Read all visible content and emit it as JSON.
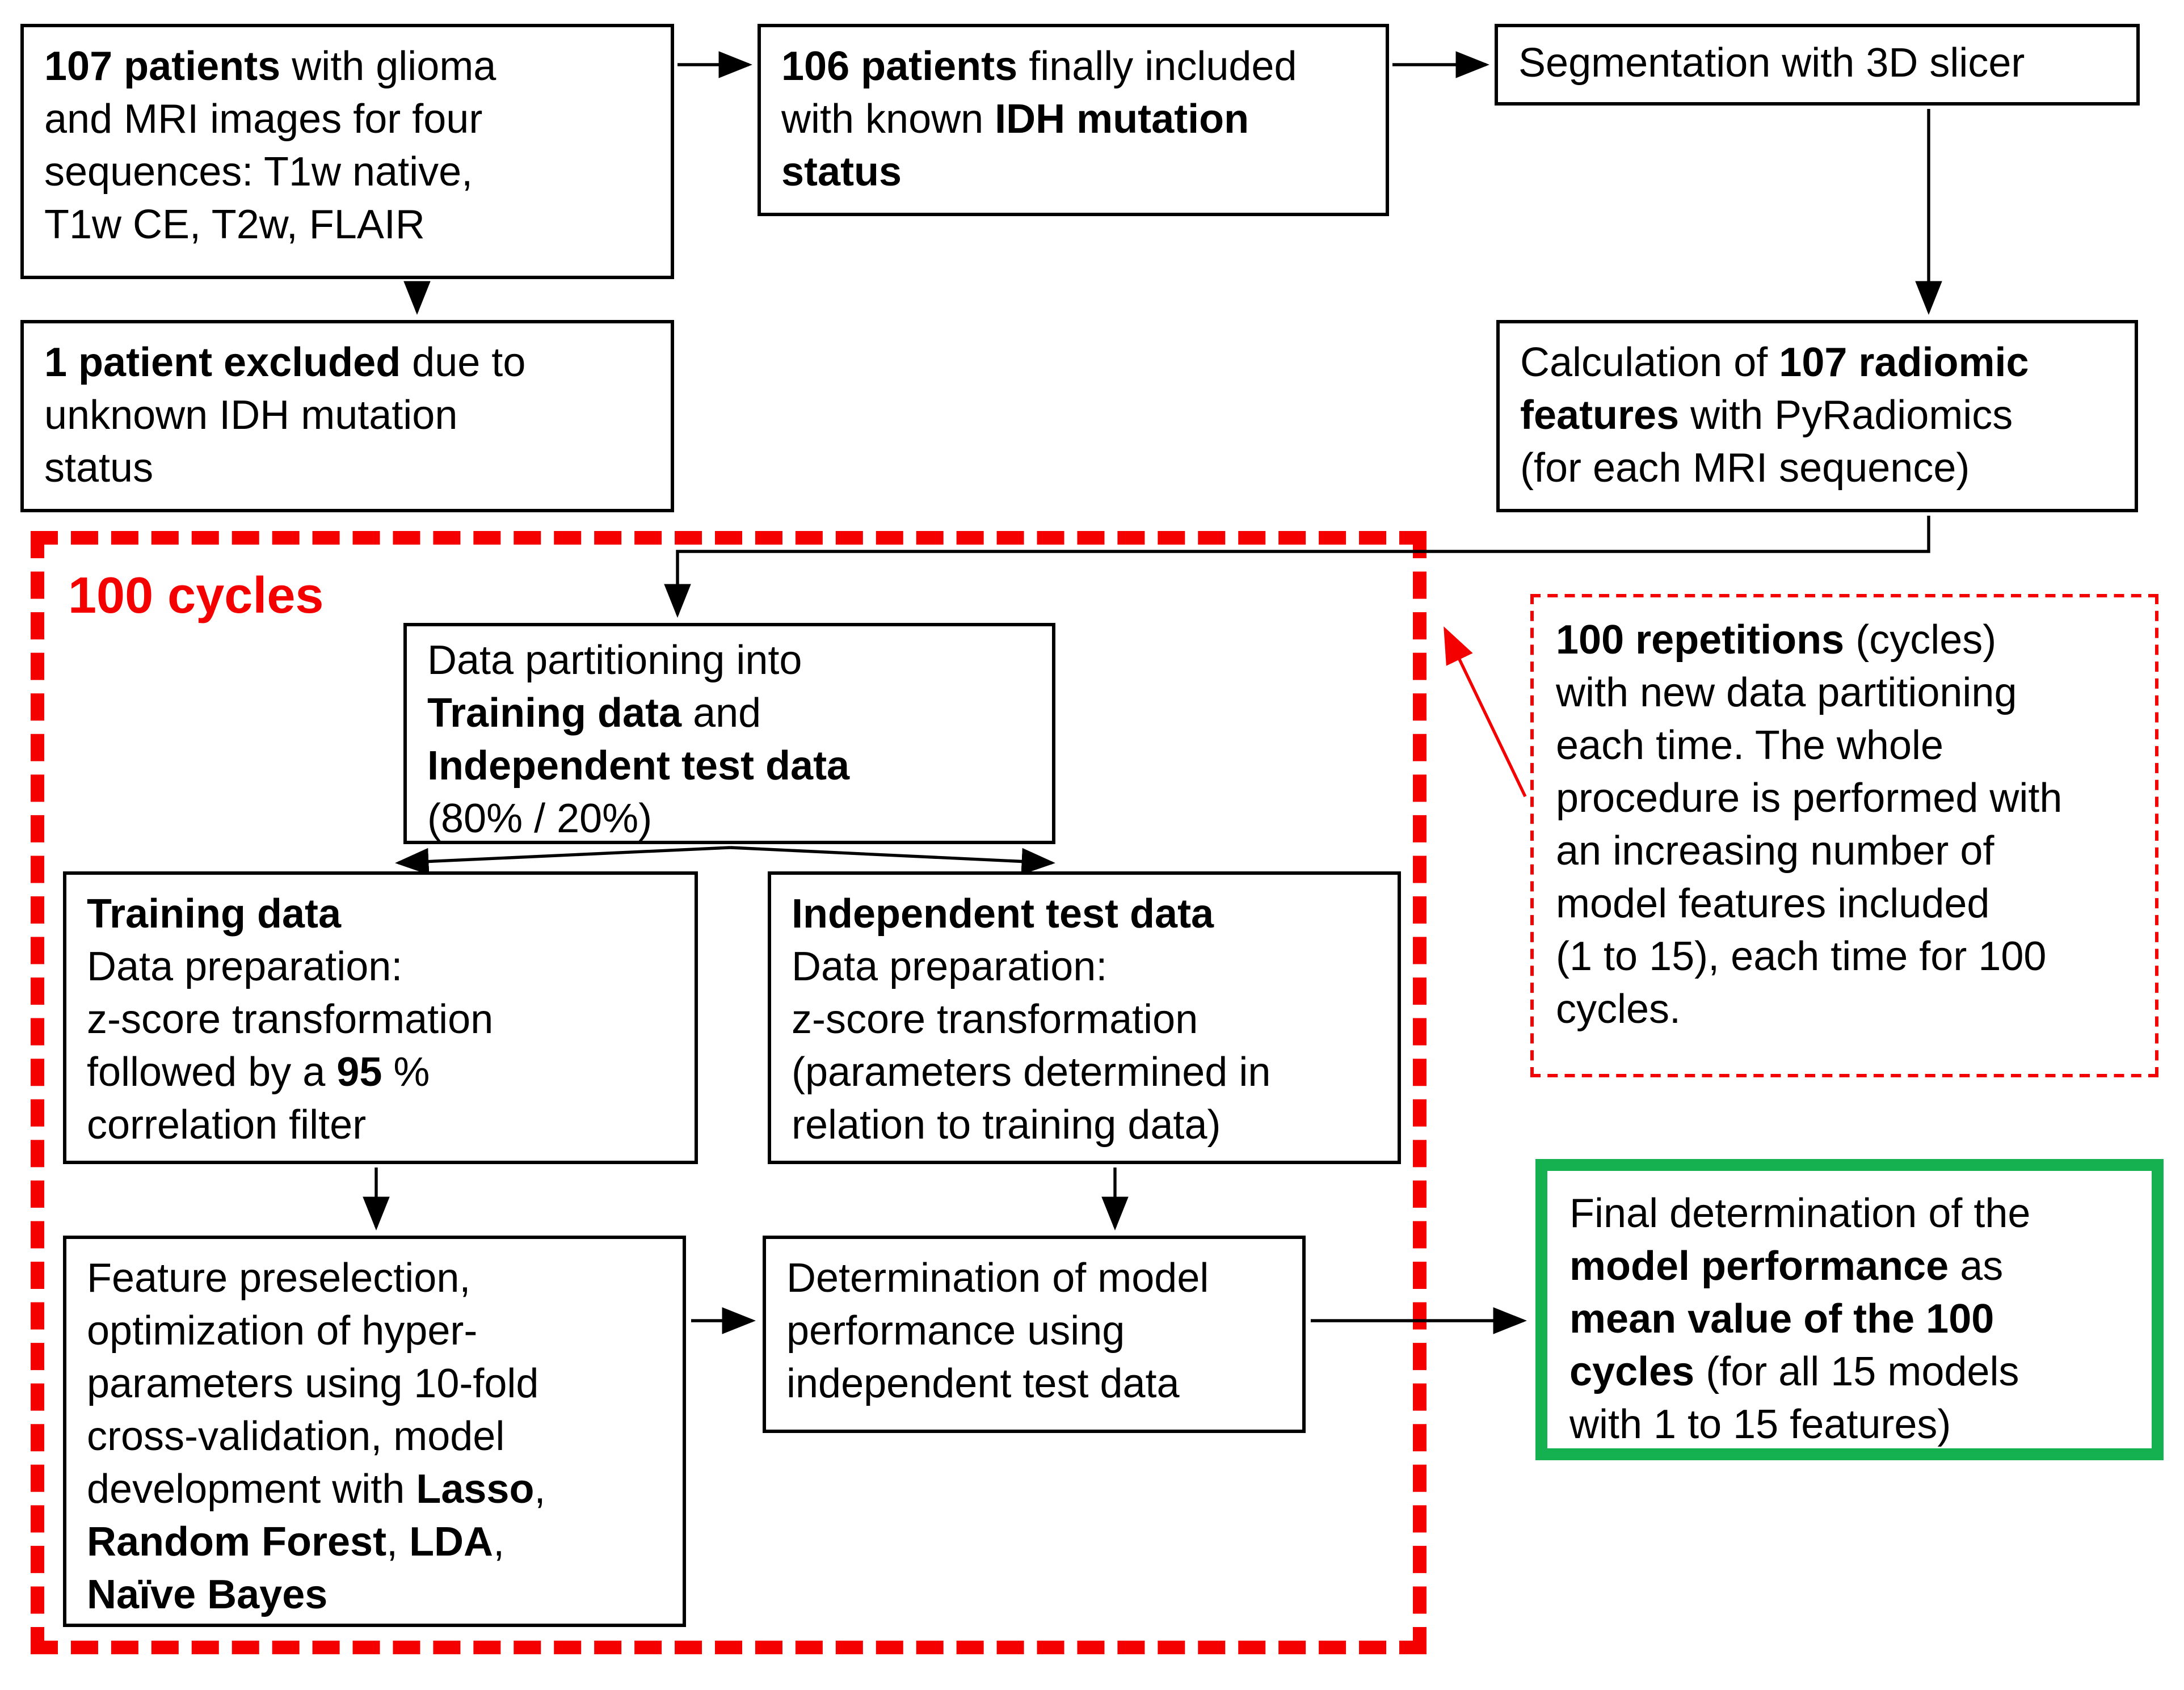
{
  "figure": {
    "kind": "study-workflow-flowchart",
    "colors": {
      "red": "#f40000",
      "green": "#15b150",
      "line": "#000000",
      "text": "#000000",
      "background": "#ffffff"
    }
  },
  "labels": {
    "cycles": "100 cycles"
  },
  "boxes": {
    "patients107": {
      "lines": [
        [
          {
            "t": "107 patients",
            "b": true
          },
          {
            "t": " with glioma"
          }
        ],
        [
          {
            "t": "and MRI images for four"
          }
        ],
        [
          {
            "t": "sequences: T1w native,"
          }
        ],
        [
          {
            "t": "T1w CE, T2w, FLAIR"
          }
        ]
      ]
    },
    "patients106": {
      "lines": [
        [
          {
            "t": "106 patients",
            "b": true
          },
          {
            "t": " finally included"
          }
        ],
        [
          {
            "t": "with known "
          },
          {
            "t": "IDH mutation",
            "b": true
          }
        ],
        [
          {
            "t": "status",
            "b": true
          }
        ]
      ]
    },
    "segmentation": {
      "lines": [
        [
          {
            "t": "Segmentation with 3D slicer"
          }
        ]
      ]
    },
    "excluded": {
      "lines": [
        [
          {
            "t": "1 patient excluded",
            "b": true
          },
          {
            "t": " due to"
          }
        ],
        [
          {
            "t": "unknown IDH mutation"
          }
        ],
        [
          {
            "t": "status"
          }
        ]
      ]
    },
    "radiomics": {
      "lines": [
        [
          {
            "t": "Calculation of "
          },
          {
            "t": "107 radiomic",
            "b": true
          }
        ],
        [
          {
            "t": "features",
            "b": true
          },
          {
            "t": " with PyRadiomics"
          }
        ],
        [
          {
            "t": "(for each MRI sequence)"
          }
        ]
      ]
    },
    "partitioning": {
      "lines": [
        [
          {
            "t": "Data partitioning into"
          }
        ],
        [
          {
            "t": "Training data",
            "b": true
          },
          {
            "t": " and"
          }
        ],
        [
          {
            "t": "Independent test data",
            "b": true
          }
        ],
        [
          {
            "t": "(80% / 20%)"
          }
        ]
      ]
    },
    "training": {
      "lines": [
        [
          {
            "t": "Training data",
            "b": true
          }
        ],
        [
          {
            "t": "Data preparation:"
          }
        ],
        [
          {
            "t": "z-score transformation"
          }
        ],
        [
          {
            "t": "followed by a "
          },
          {
            "t": "95",
            "b": true
          },
          {
            "t": " %"
          }
        ],
        [
          {
            "t": "correlation filter"
          }
        ]
      ]
    },
    "test": {
      "lines": [
        [
          {
            "t": "Independent test data",
            "b": true
          }
        ],
        [
          {
            "t": "Data preparation:"
          }
        ],
        [
          {
            "t": "z-score transformation"
          }
        ],
        [
          {
            "t": "(parameters determined in"
          }
        ],
        [
          {
            "t": "relation to training data)"
          }
        ]
      ]
    },
    "modeling": {
      "lines": [
        [
          {
            "t": "Feature preselection,"
          }
        ],
        [
          {
            "t": "optimization of hyper-"
          }
        ],
        [
          {
            "t": "parameters using 10-fold"
          }
        ],
        [
          {
            "t": "cross-validation, model"
          }
        ],
        [
          {
            "t": "development with "
          },
          {
            "t": "Lasso",
            "b": true
          },
          {
            "t": ","
          }
        ],
        [
          {
            "t": "Random Forest",
            "b": true
          },
          {
            "t": ", "
          },
          {
            "t": "LDA",
            "b": true
          },
          {
            "t": ","
          }
        ],
        [
          {
            "t": "Naïve Bayes",
            "b": true
          }
        ]
      ]
    },
    "evaluation": {
      "lines": [
        [
          {
            "t": "Determination of model"
          }
        ],
        [
          {
            "t": "performance using"
          }
        ],
        [
          {
            "t": "independent test data"
          }
        ]
      ]
    },
    "note": {
      "lines": [
        [
          {
            "t": "100 repetitions",
            "b": true
          },
          {
            "t": " (cycles)"
          }
        ],
        [
          {
            "t": "with new data partitioning"
          }
        ],
        [
          {
            "t": "each time. The whole"
          }
        ],
        [
          {
            "t": "procedure is performed with"
          }
        ],
        [
          {
            "t": "an increasing number of"
          }
        ],
        [
          {
            "t": "model features included"
          }
        ],
        [
          {
            "t": "(1 to 15), each time for 100"
          }
        ],
        [
          {
            "t": "cycles."
          }
        ]
      ]
    },
    "final": {
      "lines": [
        [
          {
            "t": "Final determination of the"
          }
        ],
        [
          {
            "t": "model performance",
            "b": true
          },
          {
            "t": " as"
          }
        ],
        [
          {
            "t": "mean value of the 100",
            "b": true
          }
        ],
        [
          {
            "t": "cycles",
            "b": true
          },
          {
            "t": " (for all 15 models"
          }
        ],
        [
          {
            "t": "with 1 to 15 features)"
          }
        ]
      ]
    }
  }
}
